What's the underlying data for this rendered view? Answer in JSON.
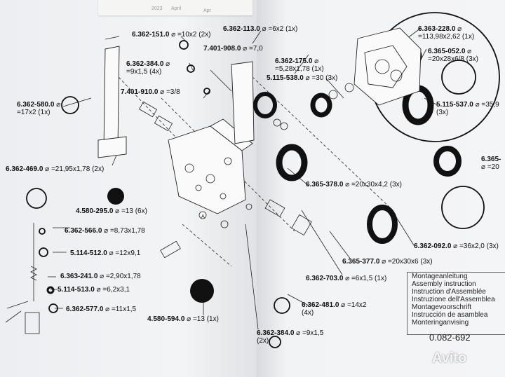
{
  "top_page": {
    "month1": "2023",
    "month2": "April",
    "month3": "Apr"
  },
  "callouts": [
    {
      "id": "151",
      "part": "6.362-151.0",
      "spec": "⌀ =10x2 (2x)"
    },
    {
      "id": "113",
      "part": "6.362-113.0",
      "spec": "⌀ =6x2 (1x)"
    },
    {
      "id": "908",
      "part": "7.401-908.0",
      "spec": "⌀ =7,0"
    },
    {
      "id": "384a",
      "part": "6.362-384.0",
      "spec": "⌀ =9x1,5 (4x)"
    },
    {
      "id": "175",
      "part": "6.362-175.0",
      "spec": "⌀ =5,28x1,78 (1x)"
    },
    {
      "id": "538",
      "part": "5.115-538.0",
      "spec": "⌀ =30 (3x)"
    },
    {
      "id": "910",
      "part": "7.401-910.0",
      "spec": "⌀ =3/8"
    },
    {
      "id": "580",
      "part": "6.362-580.0",
      "spec": "⌀ =17x2 (1x)"
    },
    {
      "id": "469",
      "part": "6.362-469.0",
      "spec": "⌀ =21,95x1,78 (2x)"
    },
    {
      "id": "295",
      "part": "4.580-295.0",
      "spec": "⌀ =13 (6x)"
    },
    {
      "id": "566",
      "part": "6.362-566.0",
      "spec": "⌀ =8,73x1,78"
    },
    {
      "id": "512",
      "part": "5.114-512.0",
      "spec": "⌀ =12x9,1"
    },
    {
      "id": "241",
      "part": "6.363-241.0",
      "spec": "⌀ =2,90x1,78"
    },
    {
      "id": "513",
      "part": "5.114-513.0",
      "spec": "⌀ =6,2x3,1"
    },
    {
      "id": "577",
      "part": "6.362-577.0",
      "spec": "⌀ =11x1,5"
    },
    {
      "id": "594",
      "part": "4.580-594.0",
      "spec": "⌀ =13 (1x)"
    },
    {
      "id": "384b",
      "part": "6.362-384.0",
      "spec": "⌀ =9x1,5 (2x)"
    },
    {
      "id": "481",
      "part": "6.362-481.0",
      "spec": "⌀ =14x2 (4x)"
    },
    {
      "id": "703",
      "part": "6.362-703.0",
      "spec": "⌀ =6x1,5 (1x)"
    },
    {
      "id": "378",
      "part": "6.365-378.0",
      "spec": "⌀ =20x30x4,2 (3x)"
    },
    {
      "id": "377",
      "part": "6.365-377.0",
      "spec": "⌀ =20x30x6 (3x)"
    },
    {
      "id": "092",
      "part": "6.362-092.0",
      "spec": "⌀ =36x2,0 (3x)"
    },
    {
      "id": "228",
      "part": "6.363-228.0",
      "spec": "⌀ =113,98x2,62 (1x)"
    },
    {
      "id": "052",
      "part": "6.365-052.0",
      "spec": "⌀ =20x28x6/8 (3x)"
    },
    {
      "id": "537",
      "part": "5.115-537.0",
      "spec": "⌀ =35,9 (3x)"
    },
    {
      "id": "365cut",
      "part": "6.365-",
      "spec": "⌀ =20"
    }
  ],
  "marker": "A",
  "instructions": [
    "Montageanleitung",
    "Assembly instruction",
    "Instruction d'Assemblée",
    "Instruzione dell'Assemblea",
    "Montagevoorschrift",
    "Instrucción de asamblea",
    "Monteringanvising"
  ],
  "doc_number": "0.082-692",
  "watermark": "Avito"
}
